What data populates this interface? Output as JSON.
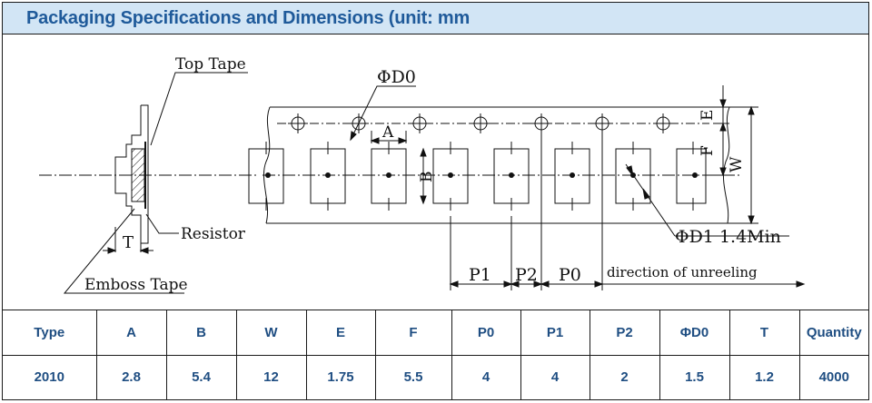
{
  "header": {
    "title": "Packaging Specifications and Dimensions (unit: mm"
  },
  "drawing": {
    "label_top_tape": "Top Tape",
    "label_resistor": "Resistor",
    "label_emboss_tape": "Emboss Tape",
    "label_t": "T",
    "label_d0": "ΦD0",
    "label_a": "A",
    "label_b": "B",
    "label_e": "E",
    "label_f": "F",
    "label_w": "W",
    "label_d1": "ΦD1 1.4Min",
    "label_p1": "P1",
    "label_p2": "P2",
    "label_p0": "P0",
    "label_direction": "direction of unreeling"
  },
  "table": {
    "headers": [
      "Type",
      "A",
      "B",
      "W",
      "E",
      "F",
      "P0",
      "P1",
      "P2",
      "ΦD0",
      "T",
      "Quantity"
    ],
    "rows": [
      [
        "2010",
        "2.8",
        "5.4",
        "12",
        "1.75",
        "5.5",
        "4",
        "4",
        "2",
        "1.5",
        "1.2",
        "4000"
      ]
    ]
  }
}
